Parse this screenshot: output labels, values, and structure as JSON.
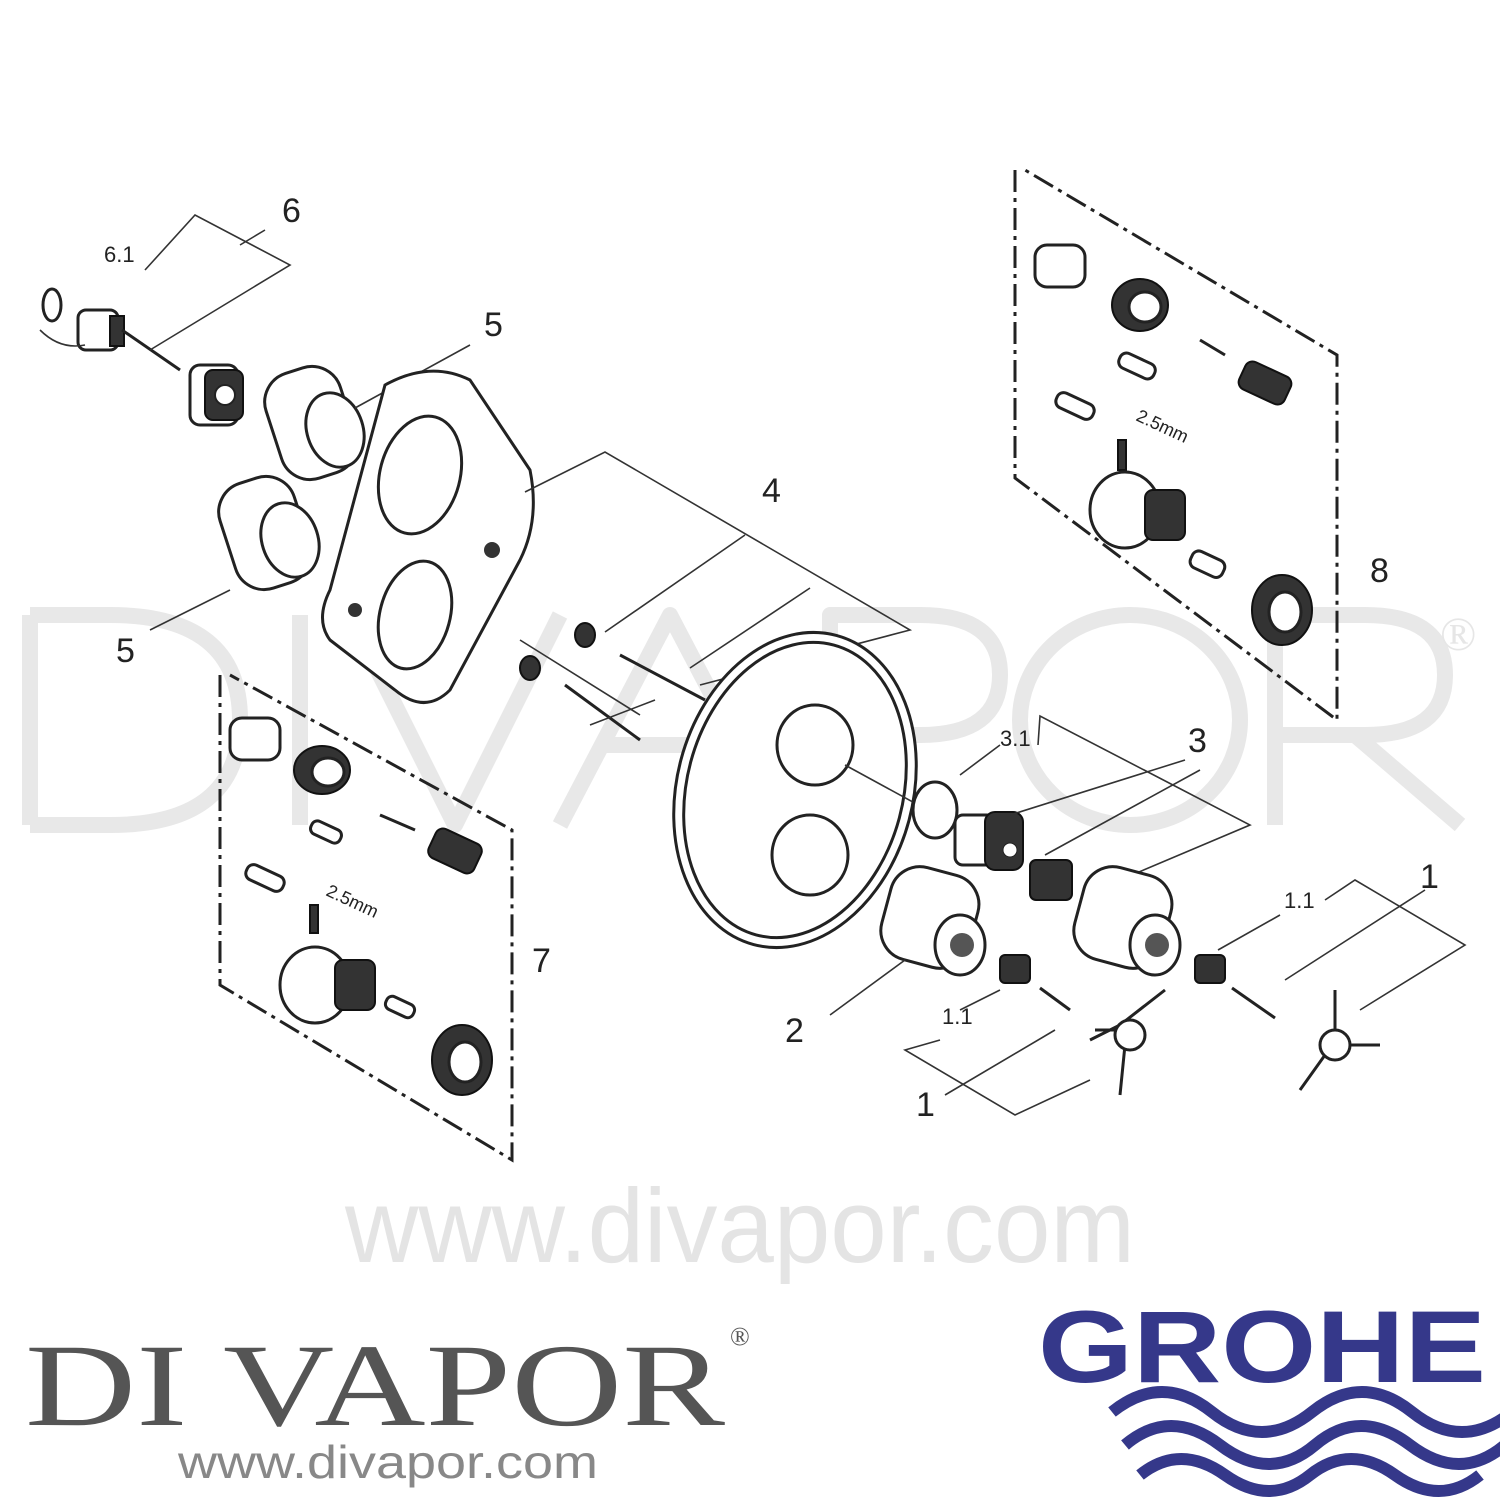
{
  "watermark": {
    "text": "DI VAPOR",
    "registered": "®",
    "url": "www.divapor.com"
  },
  "callouts": {
    "c6": "6",
    "c6_1": "6.1",
    "c5a": "5",
    "c5b": "5",
    "c4": "4",
    "c8": "8",
    "c7": "7",
    "c3": "3",
    "c3_1": "3.1",
    "c2": "2",
    "c1a": "1",
    "c1b": "1",
    "c1_1a": "1.1",
    "c1_1b": "1.1",
    "tool_a": "2.5mm",
    "tool_b": "2.5mm"
  },
  "footer": {
    "brand": "DI VAPOR",
    "registered": "®",
    "url": "www.divapor.com",
    "grohe_logo": "GROHE"
  },
  "colors": {
    "grohe_blue": "#35388a",
    "brand_grey": "#555555"
  }
}
